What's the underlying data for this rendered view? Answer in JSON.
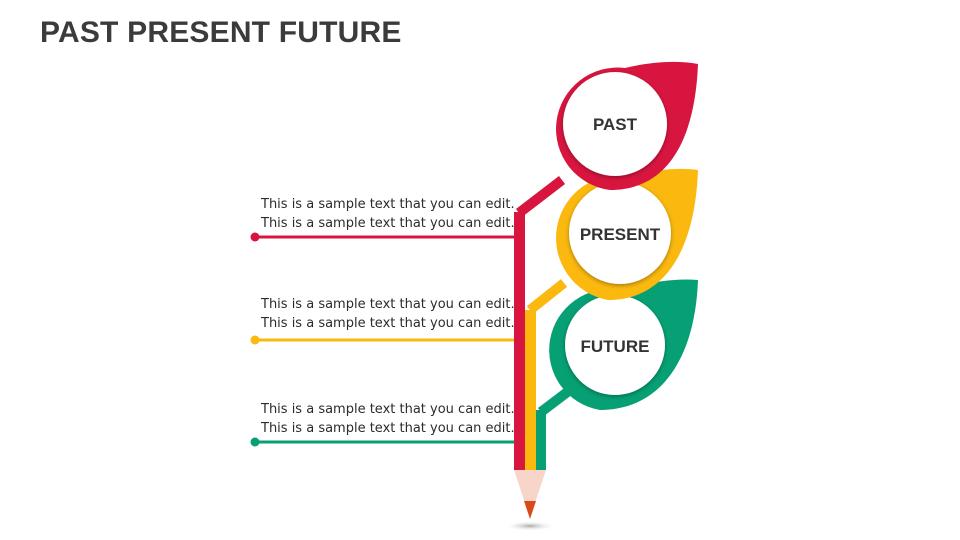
{
  "title": "PAST PRESENT FUTURE",
  "stages": [
    {
      "label": "PAST",
      "color": "#d8153f",
      "lines": [
        "This is a sample text that you can edit.",
        "This is a sample text that you can edit."
      ]
    },
    {
      "label": "PRESENT",
      "color": "#fbb80f",
      "lines": [
        "This is a sample text that you can edit.",
        "This is a sample text that you can edit."
      ]
    },
    {
      "label": "FUTURE",
      "color": "#06a074",
      "lines": [
        "This is a sample text that you can edit.",
        "This is a sample text that you can edit."
      ]
    }
  ],
  "pencil": {
    "wood_color": "#f7d5c8",
    "tip_color": "#d94a18",
    "icon": "pencil-tip-icon"
  }
}
